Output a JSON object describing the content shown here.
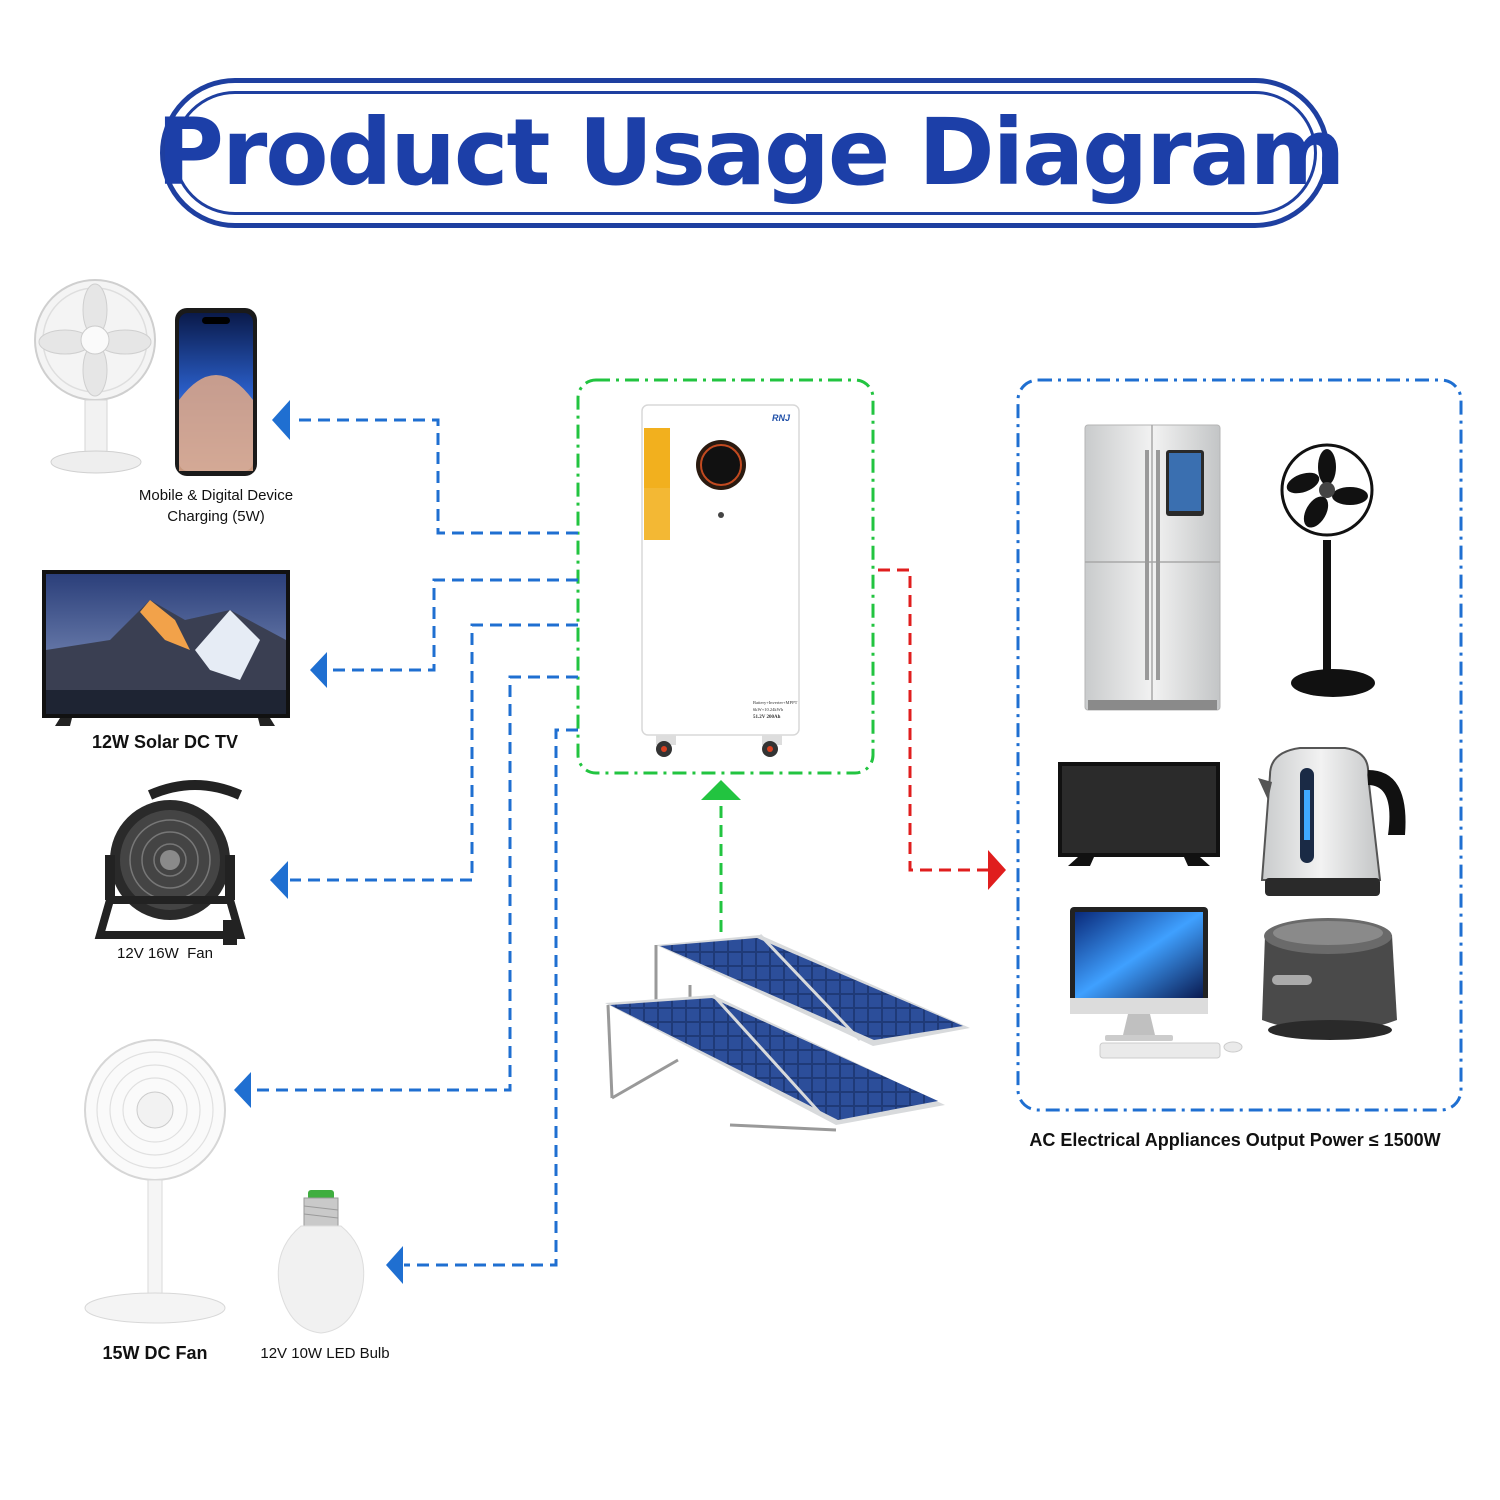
{
  "title": "Product Usage Diagram",
  "labels": {
    "mobile": "Mobile & Digital Device Charging (5W)",
    "tv": "12W Solar DC TV",
    "fan16": "12V 16W  Fan",
    "fan15": "15W DC Fan",
    "bulb": "12V 10W LED Bulb",
    "ac": "AC Electrical Appliances Output Power ≤ 1500W"
  },
  "battery": {
    "brand": "RNJ",
    "spec_lines": [
      "Battery+Inverter+MPPT",
      "6kW+10.24kWh",
      "51.2V 200Ah"
    ]
  },
  "colors": {
    "title": "#1c3fa8",
    "dc_lines": "#1f6fd1",
    "solar_line": "#22c440",
    "ac_line": "#e01e1e",
    "accent_yellow": "#f2b01e"
  },
  "icons": [
    "desk-fan",
    "smartphone",
    "television",
    "industrial-fan",
    "pedestal-fan",
    "led-bulb",
    "battery-inverter",
    "solar-panels",
    "refrigerator",
    "stand-fan",
    "kettle",
    "computer-monitor",
    "rice-cooker"
  ]
}
